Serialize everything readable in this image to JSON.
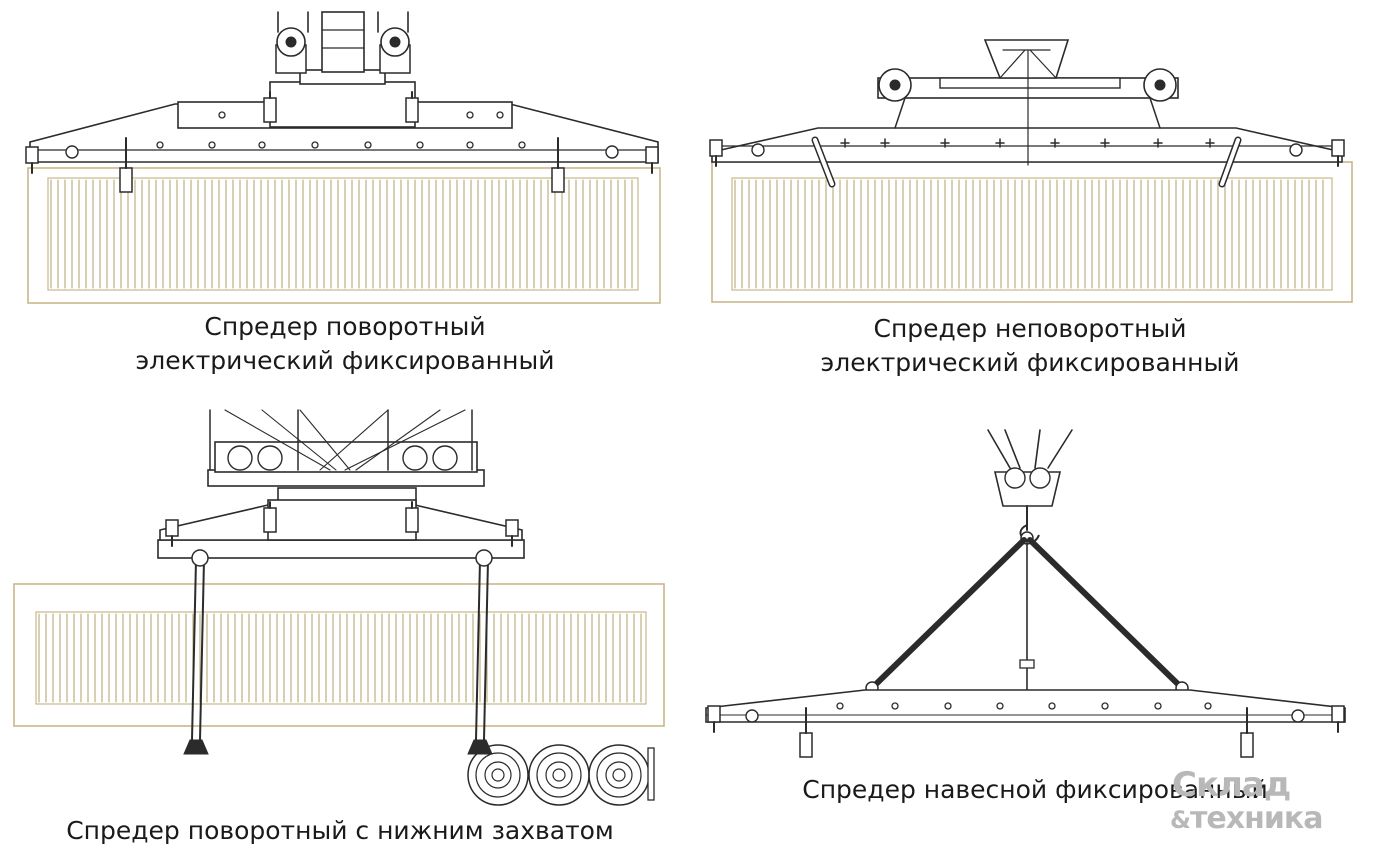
{
  "captions": {
    "top_left": [
      "Спредер поворотный",
      "электрический фиксированный"
    ],
    "top_right": [
      "Спредер неповоротный",
      "электрический фиксированный"
    ],
    "bottom_left": [
      "Спредер поворотный с нижним захватом"
    ],
    "bottom_right": [
      "Спредер навесной фиксированный"
    ]
  },
  "logo": {
    "line1": "Склад",
    "amp": "&",
    "line2": "техника"
  },
  "colors": {
    "line": "#2b2b2b",
    "container_edge": "#c9b78a",
    "container_rib": "#b8a878",
    "fill": "#ffffff",
    "logo": "#b8b8b8"
  }
}
